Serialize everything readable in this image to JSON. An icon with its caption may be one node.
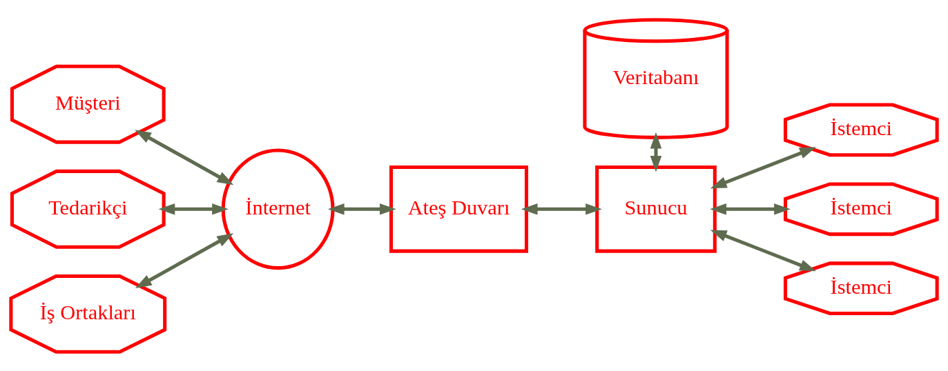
{
  "diagram": {
    "nodes": [
      {
        "text": [
          "Müşteri"
        ]
      },
      {
        "text": [
          "Tedarikçi"
        ]
      },
      {
        "text": [
          "İş Ortakları"
        ]
      },
      {
        "text": [
          "İnternet"
        ]
      },
      {
        "text": [
          "Ateş Duvarı"
        ]
      },
      {
        "text": [
          "Veritabanı"
        ]
      },
      {
        "text": [
          "Sunucu"
        ]
      },
      {
        "text": [
          "İstemci"
        ]
      },
      {
        "text": [
          "İstemci"
        ]
      },
      {
        "text": [
          "İstemci"
        ]
      }
    ],
    "edges": [
      {
        "from": 0,
        "to": 3,
        "arrow": "both"
      },
      {
        "from": 1,
        "to": 3,
        "arrow": "both"
      },
      {
        "from": 2,
        "to": 3,
        "arrow": "both"
      },
      {
        "from": 3,
        "to": 4,
        "arrow": "both"
      },
      {
        "from": 4,
        "to": 6,
        "arrow": "both"
      },
      {
        "from": 5,
        "to": 6,
        "arrow": "both"
      },
      {
        "from": 6,
        "to": 7,
        "arrow": "both"
      },
      {
        "from": 6,
        "to": 8,
        "arrow": "both"
      },
      {
        "from": 6,
        "to": 9,
        "arrow": "both"
      }
    ]
  }
}
